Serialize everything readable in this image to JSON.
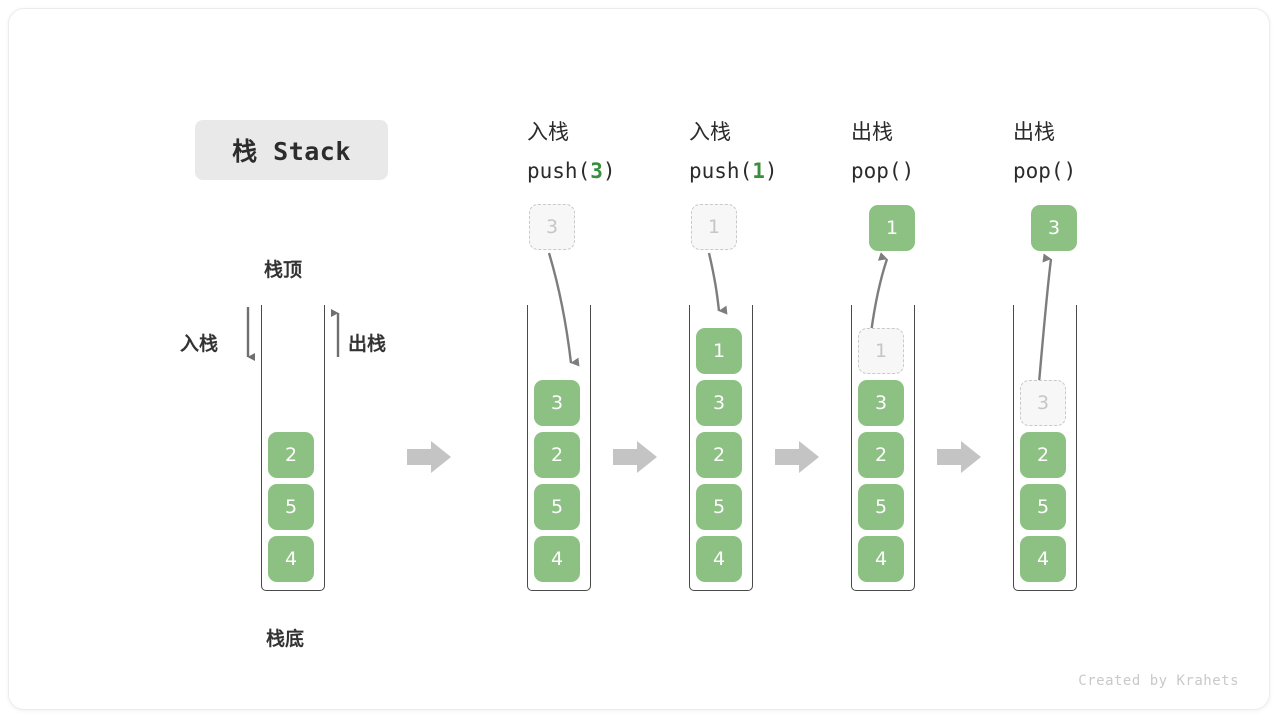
{
  "title": {
    "text": "栈 Stack"
  },
  "labels": {
    "top": "栈顶",
    "bottom": "栈底",
    "push_side": "入栈",
    "pop_side": "出栈"
  },
  "watermark": "Created by Krahets",
  "colors": {
    "cell_fill": "#8cc183",
    "cell_text": "#ffffff",
    "ghost_fill": "#f7f7f7",
    "ghost_border": "#c9c9c9",
    "ghost_text": "#c6c6c6",
    "rail": "#4a4a4a",
    "accent_green": "#3a8f3f",
    "arrow_gray": "#7d7d7d",
    "separator_gray": "#c4c4c4",
    "chip_bg": "#e9e9e9"
  },
  "initial_stack": {
    "cells": [
      "2",
      "5",
      "4"
    ]
  },
  "separators": [
    "arrow-right",
    "arrow-right",
    "arrow-right",
    "arrow-right"
  ],
  "steps": [
    {
      "op": "push",
      "head_cn": "入栈",
      "head_code_prefix": "push(",
      "head_code_arg": "3",
      "head_code_suffix": ")",
      "floating_cell": {
        "value": "3",
        "style": "ghost"
      },
      "stack_cells": [
        {
          "value": "3",
          "style": "filled"
        },
        {
          "value": "2",
          "style": "filled"
        },
        {
          "value": "5",
          "style": "filled"
        },
        {
          "value": "4",
          "style": "filled"
        }
      ]
    },
    {
      "op": "push",
      "head_cn": "入栈",
      "head_code_prefix": "push(",
      "head_code_arg": "1",
      "head_code_suffix": ")",
      "floating_cell": {
        "value": "1",
        "style": "ghost"
      },
      "stack_cells": [
        {
          "value": "1",
          "style": "filled"
        },
        {
          "value": "3",
          "style": "filled"
        },
        {
          "value": "2",
          "style": "filled"
        },
        {
          "value": "5",
          "style": "filled"
        },
        {
          "value": "4",
          "style": "filled"
        }
      ]
    },
    {
      "op": "pop",
      "head_cn": "出栈",
      "head_code_prefix": "pop(",
      "head_code_arg": "",
      "head_code_suffix": ")",
      "floating_cell": {
        "value": "1",
        "style": "filled"
      },
      "stack_cells": [
        {
          "value": "1",
          "style": "ghost"
        },
        {
          "value": "3",
          "style": "filled"
        },
        {
          "value": "2",
          "style": "filled"
        },
        {
          "value": "5",
          "style": "filled"
        },
        {
          "value": "4",
          "style": "filled"
        }
      ]
    },
    {
      "op": "pop",
      "head_cn": "出栈",
      "head_code_prefix": "pop(",
      "head_code_arg": "",
      "head_code_suffix": ")",
      "floating_cell": {
        "value": "3",
        "style": "filled"
      },
      "stack_cells": [
        {
          "value": "3",
          "style": "ghost"
        },
        {
          "value": "2",
          "style": "filled"
        },
        {
          "value": "5",
          "style": "filled"
        },
        {
          "value": "4",
          "style": "filled"
        }
      ]
    }
  ]
}
